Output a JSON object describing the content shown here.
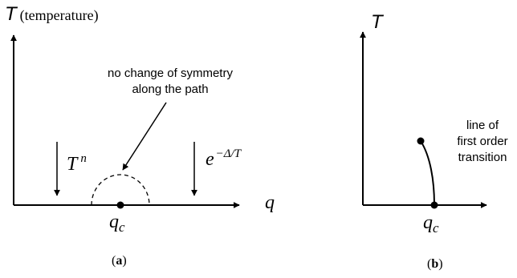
{
  "panel_a": {
    "t_axis_symbol": "T",
    "t_axis_note": "(temperature)",
    "q_axis_symbol": "q",
    "critical_point_symbol": "q",
    "critical_point_subscript": "c",
    "annotation_line1": "no change of symmetry",
    "annotation_line2": "along the path",
    "left_arrow_base": "T",
    "left_arrow_exponent": "n",
    "right_arrow_base": "e",
    "right_arrow_exponent": "−Δ/T",
    "caption_open": "(",
    "caption_letter": "a",
    "caption_close": ")"
  },
  "panel_b": {
    "t_axis_symbol": "T",
    "critical_point_symbol": "q",
    "critical_point_subscript": "c",
    "transition_label_line1": "line of",
    "transition_label_line2": "first order",
    "transition_label_line3": "transition",
    "caption_open": "(",
    "caption_letter": "b",
    "caption_close": ")"
  },
  "colors": {
    "ink": "#000000",
    "background": "#ffffff"
  }
}
